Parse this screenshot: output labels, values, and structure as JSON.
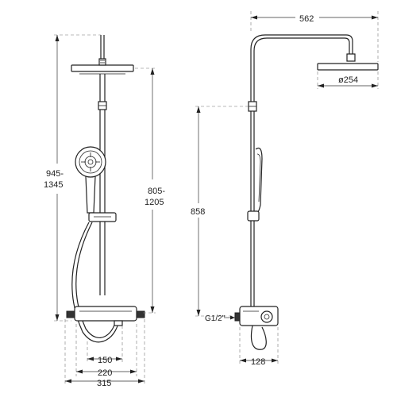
{
  "front_view": {
    "dims": {
      "overall_height": "945-\n1345",
      "overall_height_top": "945-",
      "overall_height_bottom": "1345",
      "head_height_top": "805-",
      "head_height_bottom": "1205",
      "width_150": "150",
      "width_220": "220",
      "width_315": "315"
    }
  },
  "side_view": {
    "dims": {
      "arm_reach": "562",
      "head_diameter": "ø254",
      "inlet_height": "858",
      "inlet_thread": "G1/2\"",
      "depth_128": "128"
    }
  }
}
